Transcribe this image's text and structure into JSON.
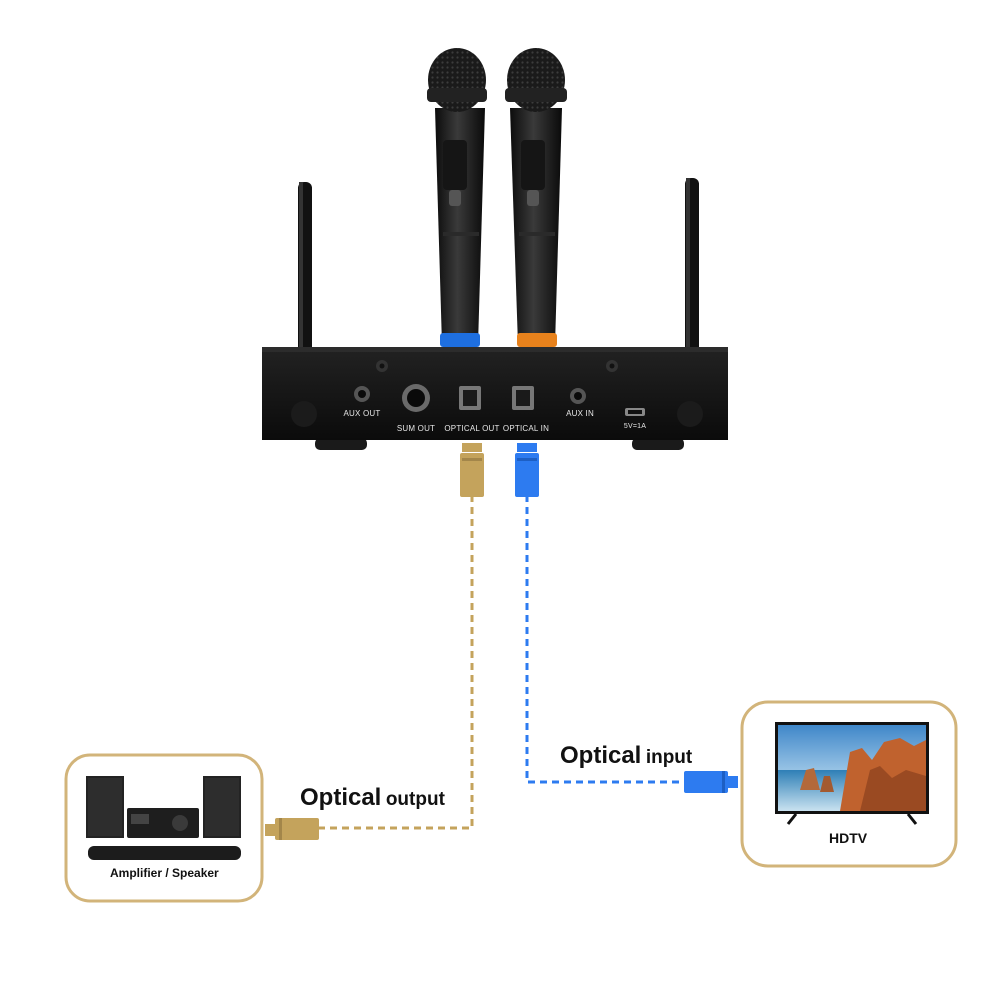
{
  "receiver": {
    "ports": {
      "aux_out": "AUX OUT",
      "sum_out": "SUM OUT",
      "optical_out": "OPTICAL OUT",
      "optical_in": "OPTICAL IN",
      "aux_in": "AUX IN",
      "power": "5V=1A"
    },
    "mic_left_ring_color": "#1e6fe0",
    "mic_right_ring_color": "#e8821c"
  },
  "connections": {
    "output": {
      "label_bold": "Optical",
      "label_rest": "output",
      "color": "#c4a35c"
    },
    "input": {
      "label_bold": "Optical",
      "label_rest": "input",
      "color": "#2d7bf0"
    }
  },
  "devices": {
    "amplifier": {
      "caption": "Amplifier / Speaker",
      "frame_color": "#d2b47a"
    },
    "tv": {
      "caption": "HDTV",
      "frame_color": "#d2b47a"
    }
  }
}
